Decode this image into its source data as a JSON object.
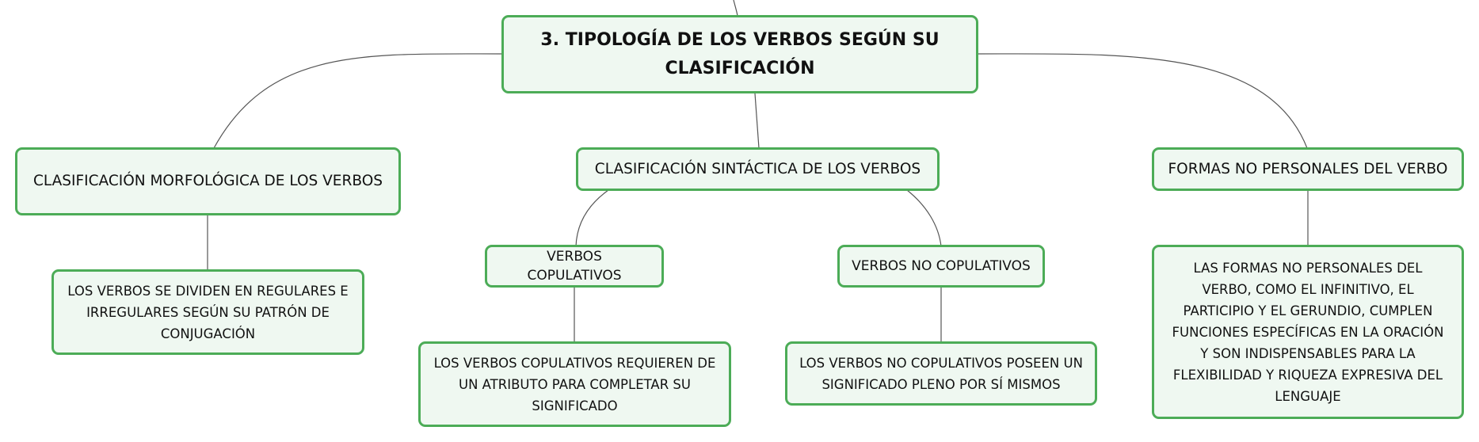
{
  "root": {
    "title": "3. TIPOLOGÍA DE LOS VERBOS SEGÚN SU CLASIFICACIÓN"
  },
  "branches": {
    "morphological": {
      "label": "CLASIFICACIÓN MORFOLÓGICA DE LOS VERBOS",
      "detail": "LOS VERBOS SE DIVIDEN EN REGULARES E IRREGULARES SEGÚN SU PATRÓN DE CONJUGACIÓN"
    },
    "syntactic": {
      "label": "CLASIFICACIÓN SINTÁCTICA DE LOS VERBOS",
      "copulative": {
        "label": "VERBOS COPULATIVOS",
        "detail": "LOS VERBOS COPULATIVOS REQUIEREN DE UN ATRIBUTO PARA COMPLETAR SU SIGNIFICADO"
      },
      "non_copulative": {
        "label": "VERBOS NO COPULATIVOS",
        "detail": "LOS VERBOS NO COPULATIVOS POSEEN UN SIGNIFICADO PLENO POR SÍ MISMOS"
      }
    },
    "non_personal": {
      "label": "FORMAS NO PERSONALES DEL VERBO",
      "detail": "LAS FORMAS NO PERSONALES DEL VERBO, COMO EL INFINITIVO, EL PARTICIPIO Y EL GERUNDIO, CUMPLEN FUNCIONES ESPECÍFICAS EN LA ORACIÓN Y SON INDISPENSABLES PARA LA FLEXIBILIDAD Y RIQUEZA EXPRESIVA DEL LENGUAJE"
    }
  },
  "colors": {
    "node_fill": "#eff8f1",
    "node_border": "#4cac57",
    "connector": "#555555"
  }
}
